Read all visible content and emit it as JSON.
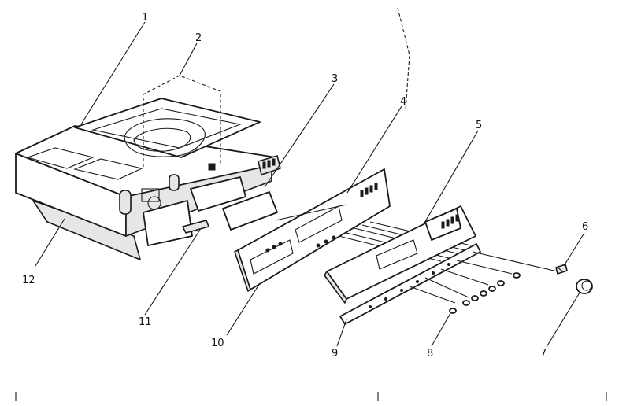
{
  "diagram": {
    "callouts": [
      "1",
      "2",
      "3",
      "4",
      "5",
      "6",
      "7",
      "8",
      "9",
      "10",
      "11",
      "12"
    ]
  }
}
